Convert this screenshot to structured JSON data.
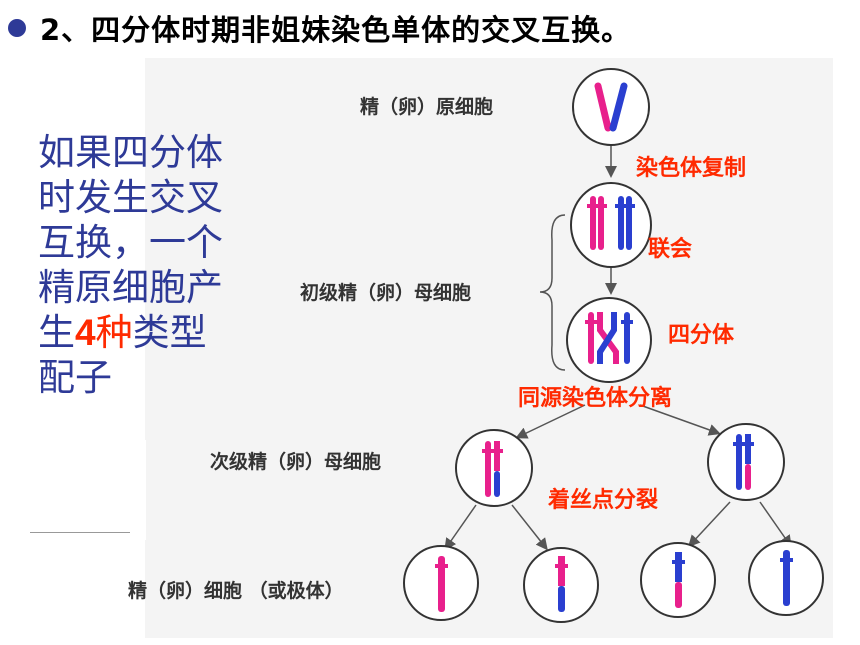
{
  "title": {
    "text": "2、四分体时期非姐妹染色单体的交叉互换。"
  },
  "paragraph": {
    "lines": [
      "如果四分体",
      "时发生交叉",
      "互换，一个",
      "精原细胞产"
    ],
    "line5_before": "生",
    "line5_number": "4",
    "line5_highlight": "种",
    "line5_after": "类型",
    "line6": "配子"
  },
  "stages": {
    "spermatogonium": "精（卵）原细胞",
    "primary": "初级精（卵）母细胞",
    "secondary": "次级精（卵）母细胞",
    "gamete": "精（卵）细胞 （或极体）"
  },
  "annotations": {
    "replication": "染色体复制",
    "synapsis": "联会",
    "tetrad": "四分体",
    "separation": "同源染色体分离",
    "centromere_split": "着丝点分裂"
  },
  "colors": {
    "maternal": "#e8208c",
    "paternal": "#2a3fd0",
    "cell_outline": "#333333",
    "annotation": "#ff2a00",
    "text_blue": "#2e3a97"
  }
}
